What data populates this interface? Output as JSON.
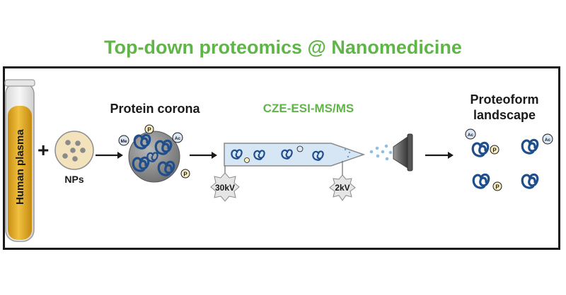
{
  "title": "Top-down proteomics @ Nanomedicine",
  "labels": {
    "human_plasma": "Human plasma",
    "nps": "NPs",
    "protein_corona": "Protein corona",
    "cze": "CZE-ESI-MS/MS",
    "voltage_high": "30kV",
    "voltage_low": "2kV",
    "proteoform_line1": "Proteoform",
    "proteoform_line2": "landscape",
    "plus": "+"
  },
  "ptm_tags": {
    "phospho": "P",
    "acetyl": "Ac",
    "methyl": "Me"
  },
  "colors": {
    "title_green": "#5fb548",
    "plasma_yellow": "#e2ad2b",
    "protein_blue": "#1f4e8c",
    "capillary_fill": "#d6e6f5",
    "tag_fill": "#f7edc0",
    "np_gray": "#8a8a8a"
  }
}
